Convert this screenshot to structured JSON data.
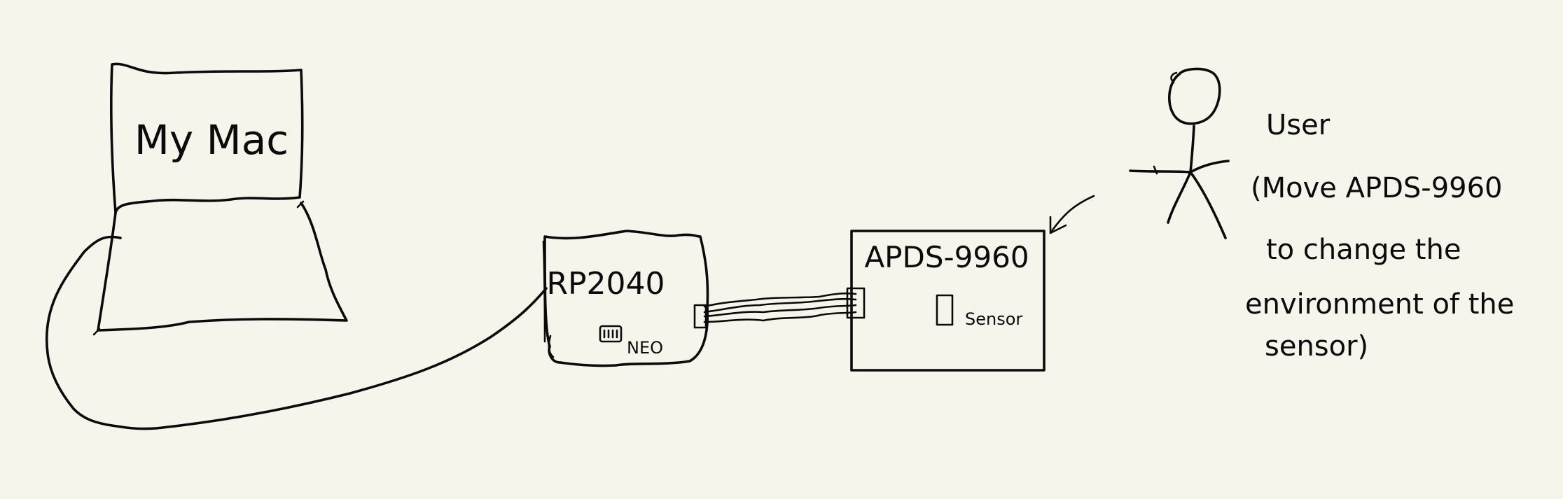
{
  "diagram": {
    "laptop": {
      "screen_label": "My Mac"
    },
    "board": {
      "label": "RP2040",
      "led_label": "NEO"
    },
    "sensor_board": {
      "label": "APDS-9960",
      "sensor_label": "Sensor"
    },
    "user": {
      "label": "User",
      "note_lines": [
        "(Move APDS-9960",
        "to change the",
        "environment of the",
        "sensor)"
      ]
    }
  },
  "colors": {
    "background": "#f6f5ec",
    "ink": "#0b0b0b"
  }
}
